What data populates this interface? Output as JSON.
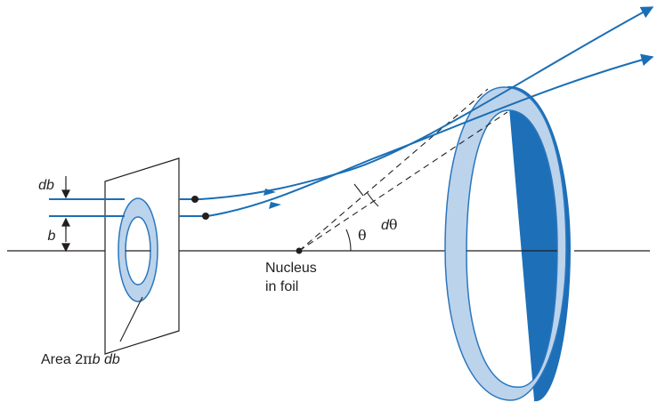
{
  "labels": {
    "db": "db",
    "b": "b",
    "area_prefix": "Area 2",
    "area_pi": "π",
    "area_b": "b",
    "area_db": " db",
    "theta": "θ",
    "dtheta_d": "d",
    "dtheta_theta": "θ",
    "nucleus_line1": "Nucleus",
    "nucleus_line2": "in foil"
  },
  "colors": {
    "trajectory": "#1a6eb5",
    "ring_fill": "#bcd3ec",
    "ring_stroke": "#2a77bd",
    "ring_edge": "#1d6fb8",
    "lines": "#231f20"
  }
}
